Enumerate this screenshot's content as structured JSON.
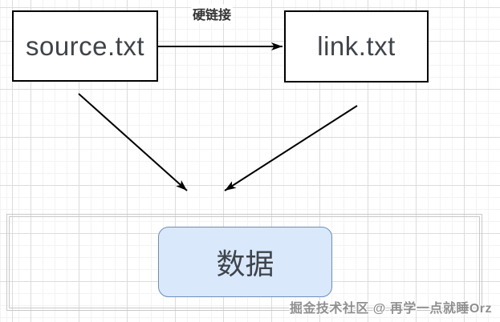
{
  "diagram": {
    "edge_label": "硬链接",
    "nodes": {
      "source": {
        "label": "source.txt"
      },
      "link": {
        "label": "link.txt"
      },
      "data": {
        "label": "数据"
      }
    },
    "colors": {
      "file_node_border": "#000000",
      "file_node_fill": "#ffffff",
      "node_text": "#3e4449",
      "data_node_fill": "#dae8fc",
      "data_node_border": "#6c8ebf",
      "storage_container_border": "#c9c9c9",
      "arrow": "#000000",
      "grid_major": "#dcdcdc",
      "grid_minor": "#f3f3f3"
    }
  },
  "watermark": {
    "text": "掘金技术社区 @ 再学一点就睡Orz"
  }
}
